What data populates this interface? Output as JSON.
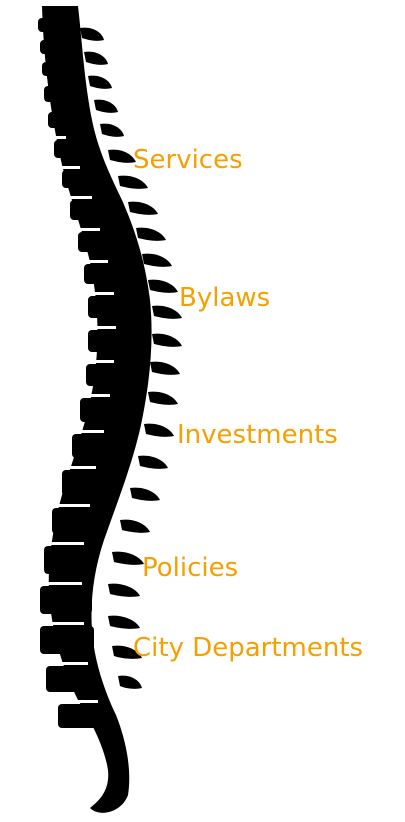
{
  "labels": {
    "services": "Services",
    "bylaws": "Bylaws",
    "investments": "Investments",
    "policies": "Policies",
    "city_departments": "City Departments"
  },
  "colors": {
    "label": "#f5a000",
    "spine": "#000000",
    "background": "#ffffff"
  },
  "icons": {
    "spine": "spine-silhouette"
  }
}
